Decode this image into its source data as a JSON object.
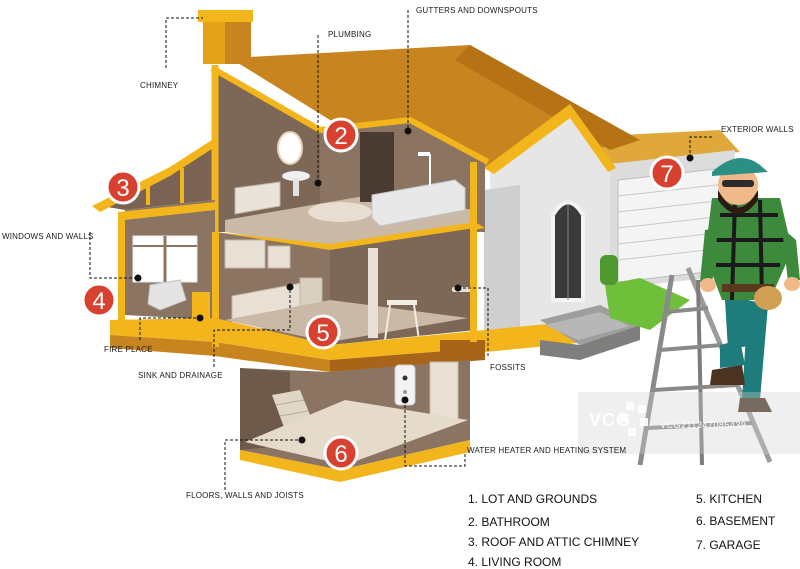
{
  "callouts": {
    "chimney": "CHIMNEY",
    "plumbing": "PLUMBING",
    "gutters": "GUTTERS AND DOWNSPOUTS",
    "exterior_walls": "EXTERIOR WALLS",
    "windows_walls": "WINDOWS AND WALLS",
    "fire_place": "FIRE PLACE",
    "sink_drainage": "SINK AND DRAINAGE",
    "fossits": "FOSSITS",
    "water_heater": "WATER HEATER AND HEATING SYSTEM",
    "floors": "FLOORS, WALLS AND JOISTS"
  },
  "badges": [
    "2",
    "3",
    "4",
    "5",
    "6",
    "7"
  ],
  "legend": {
    "col1": [
      "1. LOT AND GROUNDS",
      "2. BATHROOM",
      "3. ROOF AND ATTIC CHIMNEY",
      "4. LIVING ROOM"
    ],
    "col2": [
      "5. KITCHEN",
      "6. BASEMENT",
      "7. GARAGE"
    ]
  },
  "watermark": {
    "brand": "VCG",
    "code": "VCG211247085439"
  },
  "colors": {
    "roof": "#c8841e",
    "frame": "#f2b61c",
    "interior": "#8c7463",
    "badge": "#d8412f",
    "exterior": "#e5e5e5"
  }
}
